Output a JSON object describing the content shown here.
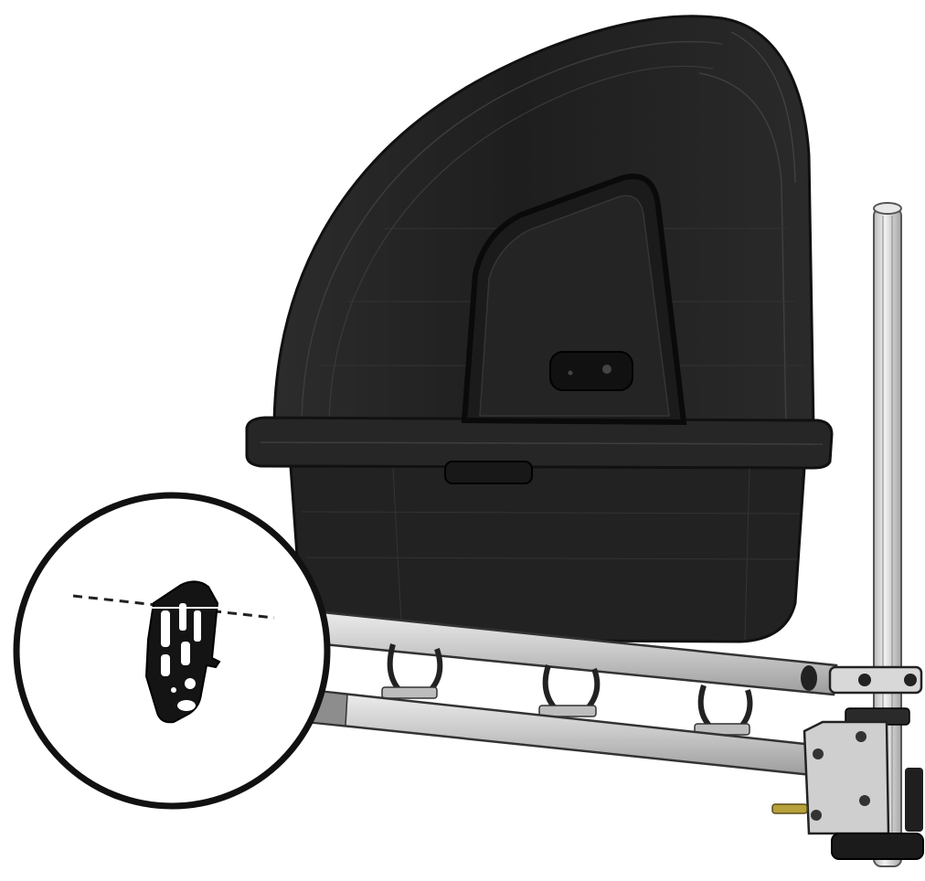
{
  "diagram": {
    "kind": "technical-illustration",
    "subject": "box-on-rack-assembly",
    "components": [
      {
        "id": "cargo-box",
        "shape": "rounded-shell",
        "color": "#222222"
      },
      {
        "id": "box-lid-window",
        "shape": "inset-panel",
        "color": "#1c1c1c"
      },
      {
        "id": "box-latch",
        "shape": "small-rounded-rect",
        "color": "#111111"
      },
      {
        "id": "upper-rail",
        "shape": "bar",
        "color": "#d2d2d2"
      },
      {
        "id": "lower-rail",
        "shape": "bar",
        "color": "#d6d6d6"
      },
      {
        "id": "mounting-clamps",
        "shape": "u-clamp",
        "count": 3,
        "color": "#cfcfcf"
      },
      {
        "id": "vertical-post",
        "shape": "tube",
        "color": "#dcdcdc"
      },
      {
        "id": "hinge-bracket",
        "shape": "plate",
        "color": "#cfcfcf"
      },
      {
        "id": "detail-callout",
        "shape": "circle",
        "color": "#111111"
      },
      {
        "id": "detail-part",
        "shape": "bracket",
        "color": "#111111"
      },
      {
        "id": "leader-line",
        "shape": "dashed-line",
        "color": "#222222"
      }
    ]
  }
}
